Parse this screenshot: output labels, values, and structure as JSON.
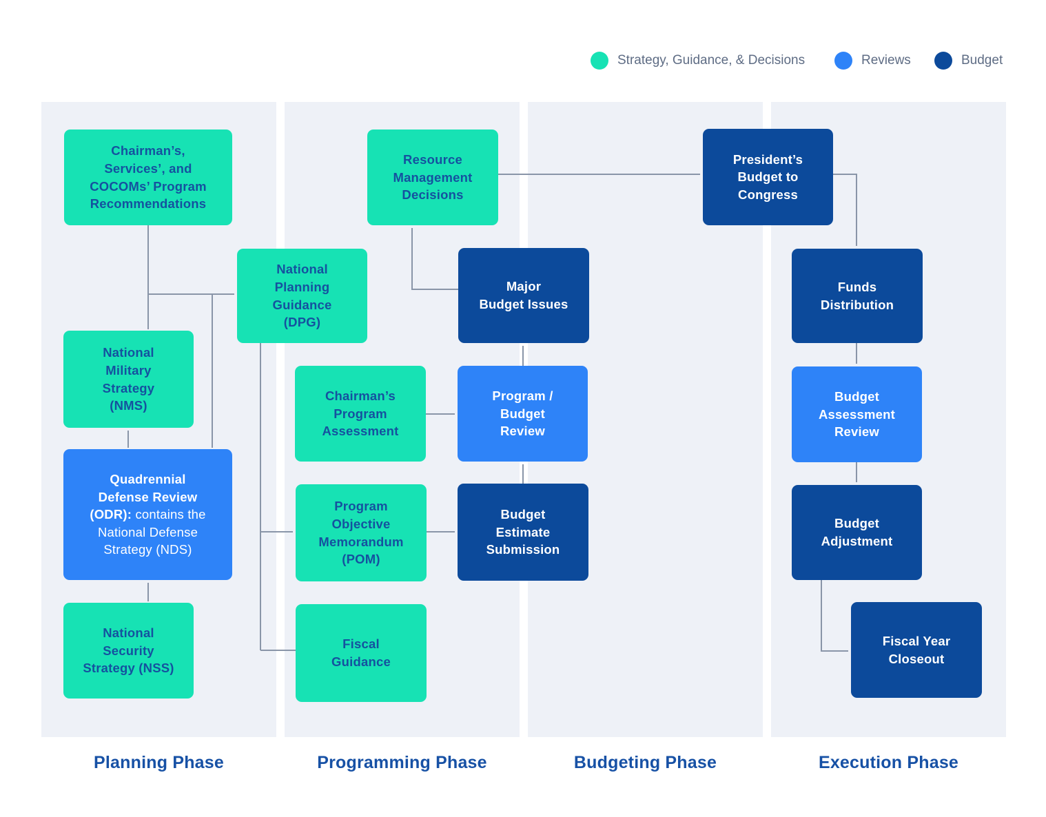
{
  "legend": {
    "items": [
      {
        "label": "Strategy, Guidance, & Decisions",
        "color": "#17E2B4"
      },
      {
        "label": "Reviews",
        "color": "#2E83F8"
      },
      {
        "label": "Budget",
        "color": "#0C4A9B"
      }
    ]
  },
  "phases": [
    {
      "label": "Planning Phase"
    },
    {
      "label": "Programming Phase"
    },
    {
      "label": "Budgeting Phase"
    },
    {
      "label": "Execution Phase"
    }
  ],
  "boxes": {
    "chairmans_recs": {
      "text": "Chairman’s,\nServices’, and\nCOCOMs’ Program\nRecommendations",
      "category": "strategy"
    },
    "nms": {
      "text": "National\nMilitary\nStrategy\n(NMS)",
      "category": "strategy"
    },
    "qdr": {
      "text_bold": "Quadrennial\nDefense Review\n(ODR):",
      "text_rest": "contains the\nNational Defense\nStrategy (NDS)",
      "category": "review"
    },
    "nss": {
      "text": "National\nSecurity\nStrategy (NSS)",
      "category": "strategy"
    },
    "rmd": {
      "text": "Resource\nManagement\nDecisions",
      "category": "strategy"
    },
    "dpg": {
      "text": "National\nPlanning\nGuidance\n(DPG)",
      "category": "strategy"
    },
    "cpa": {
      "text": "Chairman’s\nProgram\nAssessment",
      "category": "strategy"
    },
    "pom": {
      "text": "Program\nObjective\nMemorandum\n(POM)",
      "category": "strategy"
    },
    "fiscal_guidance": {
      "text": "Fiscal\nGuidance",
      "category": "strategy"
    },
    "mbi": {
      "text": "Major\nBudget Issues",
      "category": "budget"
    },
    "pbr": {
      "text": "Program /\nBudget\nReview",
      "category": "review"
    },
    "bes": {
      "text": "Budget\nEstimate\nSubmission",
      "category": "budget"
    },
    "pbc": {
      "text": "President’s\nBudget to\nCongress",
      "category": "budget"
    },
    "funds_distribution": {
      "text": "Funds\nDistribution",
      "category": "budget"
    },
    "bar": {
      "text": "Budget\nAssessment\nReview",
      "category": "review"
    },
    "budget_adjustment": {
      "text": "Budget\nAdjustment",
      "category": "budget"
    },
    "fyc": {
      "text": "Fiscal Year\nCloseout",
      "category": "budget"
    }
  },
  "colors": {
    "strategy": "#17E2B4",
    "review": "#2E83F8",
    "budget": "#0C4A9B",
    "column_bg": "#EEF1F7",
    "arrow": "#8995A8",
    "phase_label": "#1751A5",
    "teal_box_text": "#15519F"
  }
}
